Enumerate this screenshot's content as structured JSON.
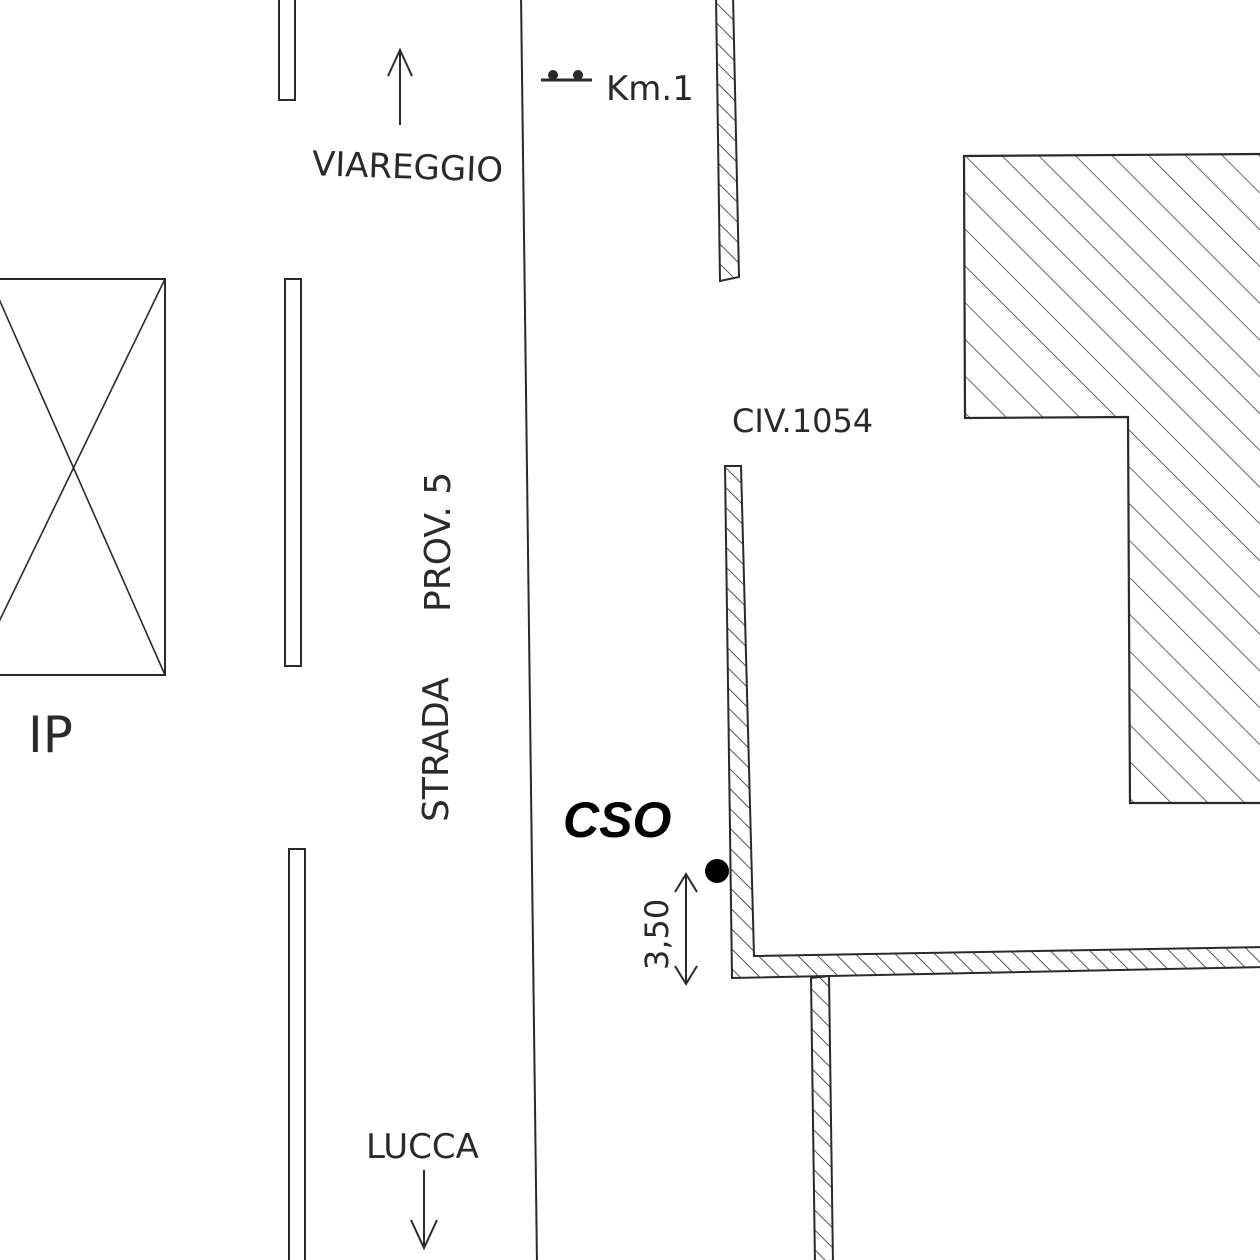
{
  "map": {
    "road_name_part1": "STRADA",
    "road_name_part2": "PROV. 5",
    "direction_north": "VIAREGGIO",
    "direction_south": "LUCCA",
    "kilometer_marker": "Km.1",
    "civic_number": "CIV.1054",
    "station_label": "IP",
    "point_label": "CSO",
    "distance_label": "3,50"
  },
  "colors": {
    "ink": "#2a2a2a",
    "point": "#000000",
    "background": "#ffffff"
  },
  "icons": {
    "milestone": "kilometer-milestone-icon",
    "north_arrow": "arrow-up-icon",
    "south_arrow": "arrow-down-icon",
    "point": "point-marker-icon"
  }
}
